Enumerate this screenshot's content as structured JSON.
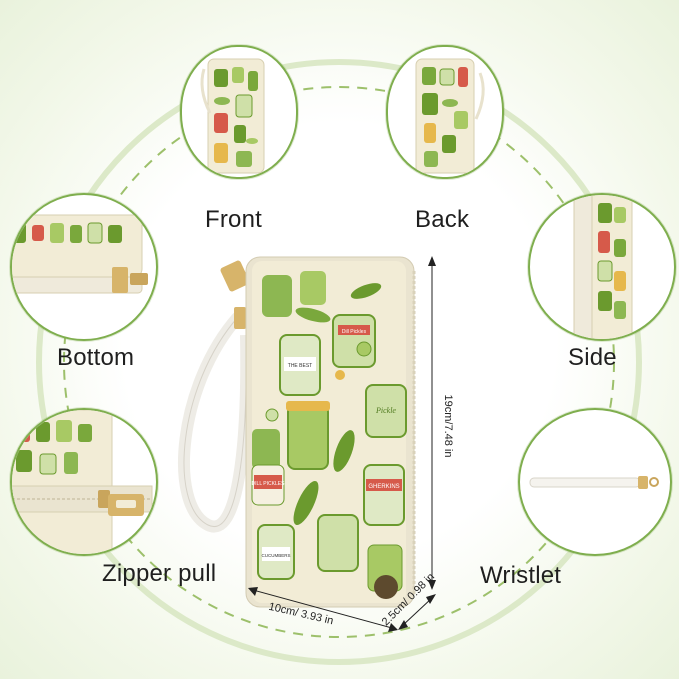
{
  "views": {
    "front": "Front",
    "back": "Back",
    "bottom": "Bottom",
    "side": "Side",
    "zipper_pull": "Zipper pull",
    "wristlet": "Wristlet"
  },
  "dimensions": {
    "height": "19cm/7.48 in",
    "width": "10cm/ 3.93 in",
    "depth": "2.5cm/ 0.98 in"
  },
  "print": {
    "jar_best": "THE BEST",
    "jar_cucumbers": "CUCUMBERS",
    "jar_dill": "Dill Pickles",
    "jar_gherkins": "GHERKINS",
    "jar_pickle": "Pickle",
    "jar_dill_pickles_caps": "DILL PICKLES"
  },
  "colors": {
    "accent_green": "#7fae4e",
    "wallet_cream": "#f2ecd6",
    "pickle_green": "#6b9a2e"
  }
}
